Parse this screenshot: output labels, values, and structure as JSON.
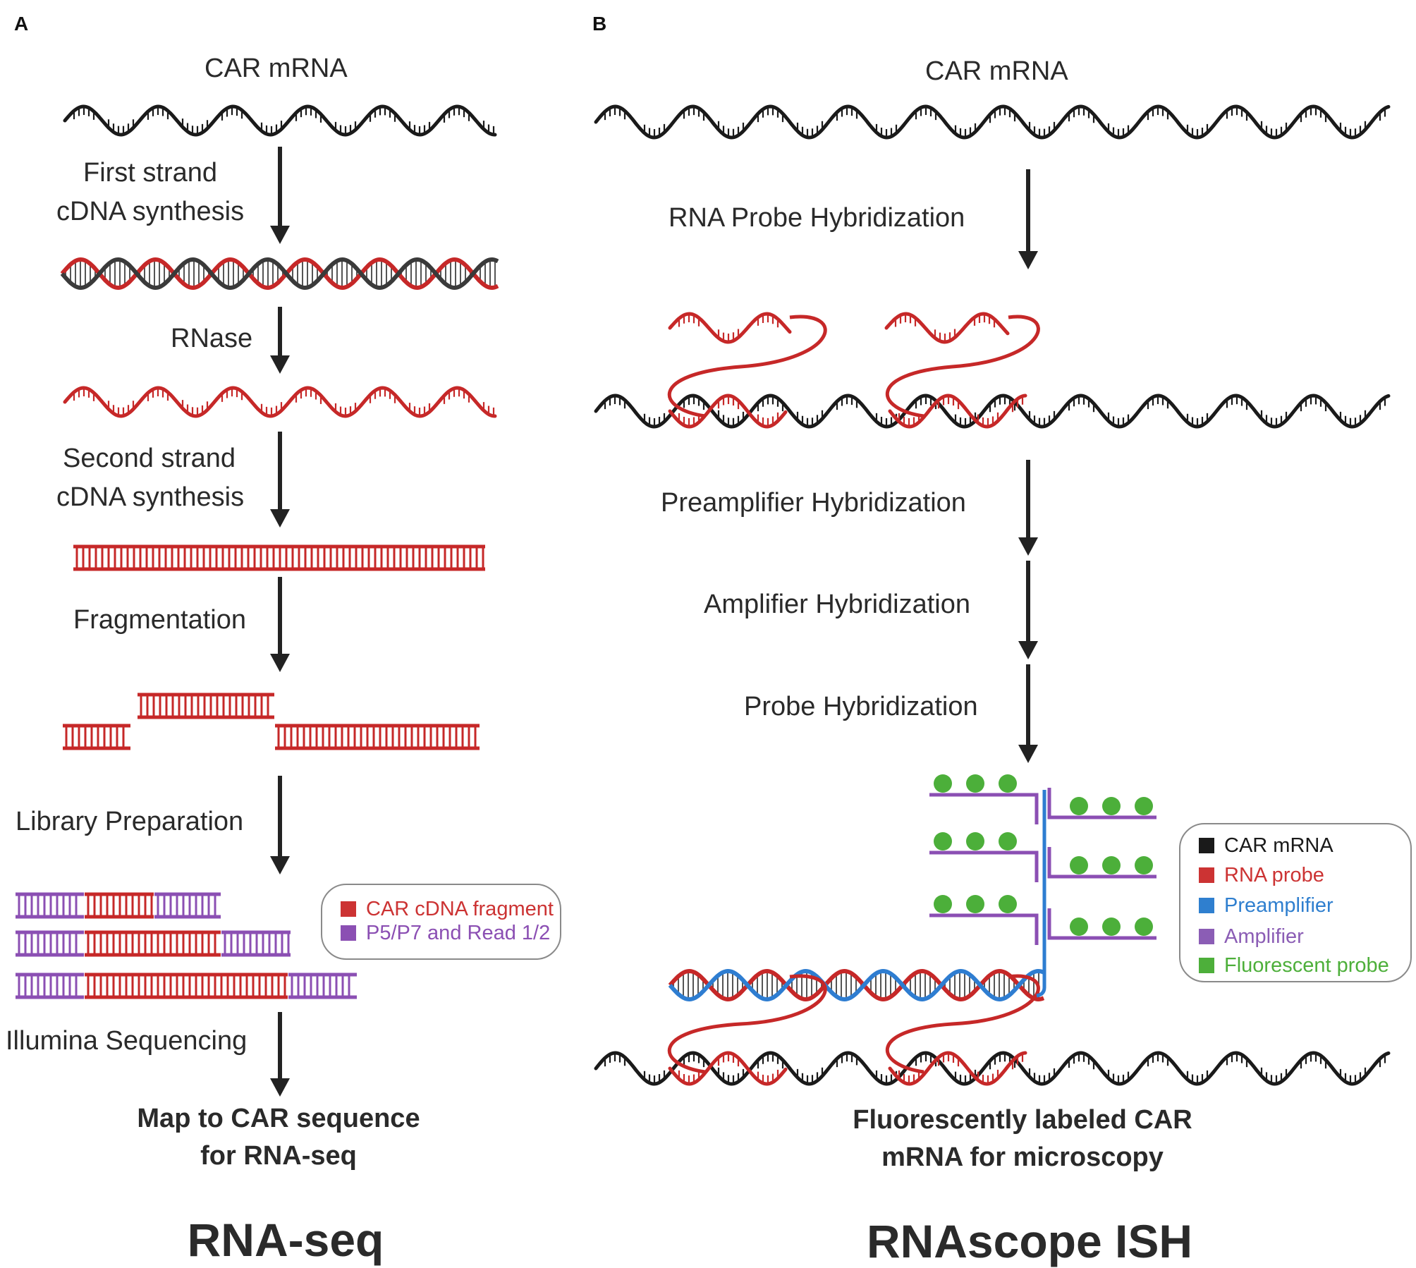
{
  "panel_a": {
    "letter": "A",
    "labels": {
      "mrna": "CAR mRNA",
      "first_strand_1": "First strand",
      "first_strand_2": "cDNA synthesis",
      "rnase": "RNase",
      "second_strand_1": "Second strand",
      "second_strand_2": "cDNA synthesis",
      "fragmentation": "Fragmentation",
      "library": "Library Preparation",
      "sequencing": "Illumina Sequencing"
    },
    "result_1": "Map to CAR sequence",
    "result_2": "for RNA-seq",
    "title": "RNA-seq",
    "legend": [
      {
        "label": "CAR cDNA fragment",
        "color": "#cc3333"
      },
      {
        "label": "P5/P7 and Read 1/2",
        "color": "#8b4fb3"
      }
    ]
  },
  "panel_b": {
    "letter": "B",
    "labels": {
      "mrna": "CAR mRNA",
      "probe_hyb": "RNA Probe Hybridization",
      "preamp_hyb": "Preamplifier Hybridization",
      "amp_hyb": "Amplifier Hybridization",
      "probe_hyb2": "Probe Hybridization"
    },
    "result_1": "Fluorescently labeled CAR",
    "result_2": "mRNA for microscopy",
    "title": "RNAscope ISH",
    "legend": [
      {
        "label": "CAR mRNA",
        "color": "#1a1a1a"
      },
      {
        "label": "RNA probe",
        "color": "#cc3333"
      },
      {
        "label": "Preamplifier",
        "color": "#2f7fcf"
      },
      {
        "label": "Amplifier",
        "color": "#8b5db5"
      },
      {
        "label": "Fluorescent probe",
        "color": "#4daf3a"
      }
    ]
  },
  "colors": {
    "black": "#1a1a1a",
    "red": "#c62828",
    "blue": "#2e7dd1",
    "purple": "#8b4fb3",
    "green": "#4caf3a"
  }
}
